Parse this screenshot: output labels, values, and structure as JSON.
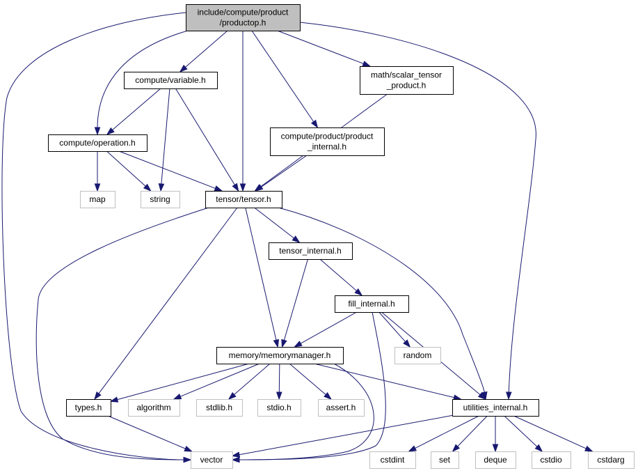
{
  "nodes": [
    {
      "id": "productop",
      "lines": [
        "include/compute/product",
        "/productop.h"
      ],
      "kind": "focus"
    },
    {
      "id": "variable",
      "lines": [
        "compute/variable.h"
      ],
      "kind": "project"
    },
    {
      "id": "scalar_tensor_product",
      "lines": [
        "math/scalar_tensor",
        "_product.h"
      ],
      "kind": "project"
    },
    {
      "id": "operation",
      "lines": [
        "compute/operation.h"
      ],
      "kind": "project"
    },
    {
      "id": "product_internal",
      "lines": [
        "compute/product/product",
        "_internal.h"
      ],
      "kind": "project"
    },
    {
      "id": "map",
      "lines": [
        "map"
      ],
      "kind": "system"
    },
    {
      "id": "string",
      "lines": [
        "string"
      ],
      "kind": "system"
    },
    {
      "id": "tensor",
      "lines": [
        "tensor/tensor.h"
      ],
      "kind": "project"
    },
    {
      "id": "tensor_internal",
      "lines": [
        "tensor_internal.h"
      ],
      "kind": "project"
    },
    {
      "id": "fill_internal",
      "lines": [
        "fill_internal.h"
      ],
      "kind": "project"
    },
    {
      "id": "random",
      "lines": [
        "random"
      ],
      "kind": "system"
    },
    {
      "id": "memorymanager",
      "lines": [
        "memory/memorymanager.h"
      ],
      "kind": "project"
    },
    {
      "id": "types",
      "lines": [
        "types.h"
      ],
      "kind": "project"
    },
    {
      "id": "algorithm",
      "lines": [
        "algorithm"
      ],
      "kind": "system"
    },
    {
      "id": "stdlib",
      "lines": [
        "stdlib.h"
      ],
      "kind": "system"
    },
    {
      "id": "stdio",
      "lines": [
        "stdio.h"
      ],
      "kind": "system"
    },
    {
      "id": "assert",
      "lines": [
        "assert.h"
      ],
      "kind": "system"
    },
    {
      "id": "utilities_internal",
      "lines": [
        "utilities_internal.h"
      ],
      "kind": "project"
    },
    {
      "id": "vector",
      "lines": [
        "vector"
      ],
      "kind": "system"
    },
    {
      "id": "cstdint",
      "lines": [
        "cstdint"
      ],
      "kind": "system"
    },
    {
      "id": "set",
      "lines": [
        "set"
      ],
      "kind": "system"
    },
    {
      "id": "deque",
      "lines": [
        "deque"
      ],
      "kind": "system"
    },
    {
      "id": "cstdio",
      "lines": [
        "cstdio"
      ],
      "kind": "system"
    },
    {
      "id": "cstdarg",
      "lines": [
        "cstdarg"
      ],
      "kind": "system"
    }
  ],
  "edges": [
    {
      "from": "productop",
      "to": "variable"
    },
    {
      "from": "productop",
      "to": "scalar_tensor_product"
    },
    {
      "from": "productop",
      "to": "operation"
    },
    {
      "from": "productop",
      "to": "product_internal"
    },
    {
      "from": "productop",
      "to": "tensor"
    },
    {
      "from": "productop",
      "to": "utilities_internal"
    },
    {
      "from": "productop",
      "to": "vector"
    },
    {
      "from": "variable",
      "to": "operation"
    },
    {
      "from": "variable",
      "to": "string"
    },
    {
      "from": "variable",
      "to": "tensor"
    },
    {
      "from": "scalar_tensor_product",
      "to": "tensor"
    },
    {
      "from": "operation",
      "to": "map"
    },
    {
      "from": "operation",
      "to": "string"
    },
    {
      "from": "operation",
      "to": "tensor"
    },
    {
      "from": "product_internal",
      "to": "tensor"
    },
    {
      "from": "tensor",
      "to": "tensor_internal"
    },
    {
      "from": "tensor",
      "to": "memorymanager"
    },
    {
      "from": "tensor",
      "to": "types"
    },
    {
      "from": "tensor",
      "to": "utilities_internal"
    },
    {
      "from": "tensor",
      "to": "vector"
    },
    {
      "from": "tensor_internal",
      "to": "fill_internal"
    },
    {
      "from": "tensor_internal",
      "to": "memorymanager"
    },
    {
      "from": "fill_internal",
      "to": "random"
    },
    {
      "from": "fill_internal",
      "to": "memorymanager"
    },
    {
      "from": "fill_internal",
      "to": "utilities_internal"
    },
    {
      "from": "fill_internal",
      "to": "vector"
    },
    {
      "from": "memorymanager",
      "to": "types"
    },
    {
      "from": "memorymanager",
      "to": "algorithm"
    },
    {
      "from": "memorymanager",
      "to": "stdlib"
    },
    {
      "from": "memorymanager",
      "to": "stdio"
    },
    {
      "from": "memorymanager",
      "to": "assert"
    },
    {
      "from": "memorymanager",
      "to": "utilities_internal"
    },
    {
      "from": "memorymanager",
      "to": "vector"
    },
    {
      "from": "types",
      "to": "vector"
    },
    {
      "from": "utilities_internal",
      "to": "vector"
    },
    {
      "from": "utilities_internal",
      "to": "cstdint"
    },
    {
      "from": "utilities_internal",
      "to": "set"
    },
    {
      "from": "utilities_internal",
      "to": "deque"
    },
    {
      "from": "utilities_internal",
      "to": "cstdio"
    },
    {
      "from": "utilities_internal",
      "to": "cstdarg"
    }
  ],
  "colors": {
    "edge": "#191970",
    "focus_fill": "#bfbfbf",
    "project_border": "#000000",
    "system_border": "#bfbfbf"
  }
}
